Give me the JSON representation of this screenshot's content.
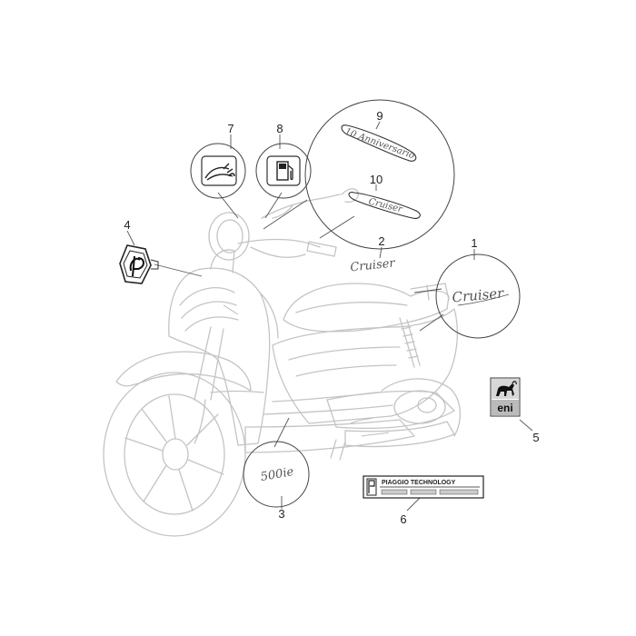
{
  "callouts": {
    "c1": "1",
    "c2": "2",
    "c3": "3",
    "c4": "4",
    "c5": "5",
    "c6": "6",
    "c7": "7",
    "c8": "8",
    "c9": "9",
    "c10": "10"
  },
  "decals": {
    "cruiser_script": "Cruiser",
    "anniversary_script": "10 Anniversario",
    "model_script": "500ie",
    "plate_brand": "PIAGGIO TECHNOLOGY",
    "eni_logo": "eni"
  },
  "icons": {
    "icon_7": "handlebar-lever-icon",
    "icon_8": "fuel-pump-icon",
    "icon_4": "piaggio-emblem-icon",
    "icon_5": "eni-dog-icon"
  },
  "colors": {
    "scooter_line": "#c4c4c4",
    "decal_line": "#333333",
    "leader_line": "#555555"
  }
}
